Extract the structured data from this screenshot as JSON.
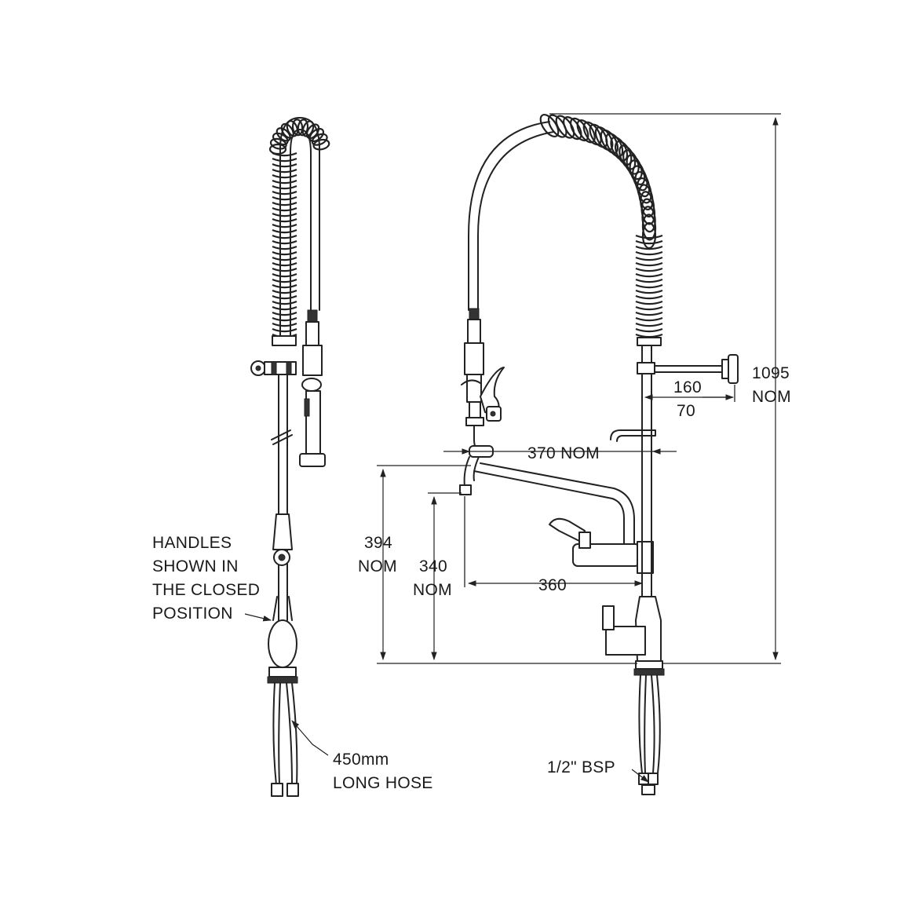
{
  "annotations": {
    "handles": [
      "HANDLES",
      "SHOWN IN",
      "THE CLOSED",
      "POSITION"
    ],
    "hose": [
      "450mm",
      "LONG HOSE"
    ],
    "bsp": "1/2\" BSP"
  },
  "dimensions": {
    "overall_height": [
      "1095",
      "NOM"
    ],
    "arm_reach": "370 NOM",
    "wall_bracket_outer": "160",
    "wall_bracket_inner": "70",
    "spout_height": [
      "394",
      "NOM"
    ],
    "spout_clearance": [
      "340",
      "NOM"
    ],
    "spout_reach": "360"
  },
  "icons": [
    "side-view-icon",
    "front-view-icon",
    "arrowhead-icon"
  ],
  "colors": {
    "line": "#222222",
    "background": "#ffffff"
  }
}
